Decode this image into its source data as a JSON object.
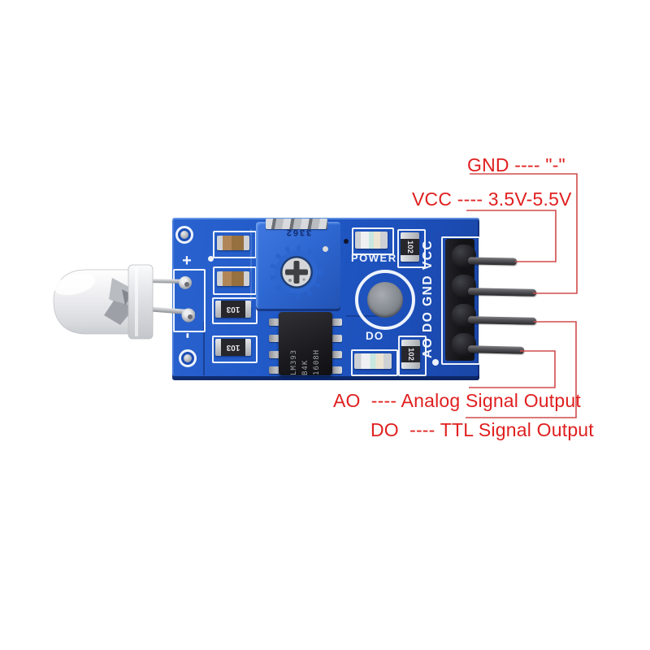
{
  "figure": {
    "type": "annotated-product-photo",
    "subject": "photodiode sensor module pinout"
  },
  "annotations": {
    "text_color": "#e01f1f",
    "labels": [
      {
        "id": "gnd",
        "text": "GND ---- \"-\""
      },
      {
        "id": "vcc",
        "text": "VCC ---- 3.5V-5.5V"
      },
      {
        "id": "ao",
        "text": "AO  ---- Analog Signal Output"
      },
      {
        "id": "do",
        "text": "DO  ---- TTL Signal Output"
      }
    ]
  },
  "board": {
    "color": "#2058c5",
    "silkscreen": {
      "plus": "+",
      "minus": "-",
      "power": "POWER",
      "do": "DO",
      "pin_labels": "AO DO GND VCC"
    },
    "components": {
      "trimmer_marking": "3362",
      "ic_lines": [
        "LM393",
        "B4K",
        "1608H"
      ],
      "resistor_103_top": "103",
      "resistor_103_bottom": "103",
      "resistor_102_top": "102",
      "resistor_102_bottom": "102"
    }
  }
}
